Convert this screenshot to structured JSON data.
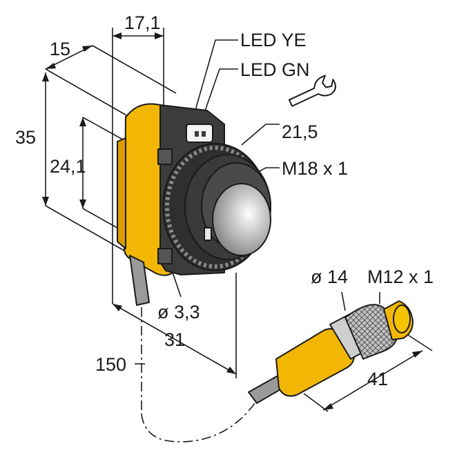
{
  "labels": {
    "led_ye": "LED YE",
    "led_gn": "LED GN",
    "width_top": "17,1",
    "depth": "15",
    "height_total": "35",
    "height_inner": "24,1",
    "wrench_size": "21,5",
    "thread_main": "M18 x 1",
    "hole_diameter": "ø 3,3",
    "length": "31",
    "cable_length": "150",
    "connector_diameter": "ø 14",
    "connector_thread": "M12 x 1",
    "connector_length": "41"
  },
  "colors": {
    "housing_yellow": "#f2b705",
    "housing_dark": "#3c3c3c",
    "lens": "#9a9a9a",
    "knurl": "#b8b8b8",
    "line": "#1a1a1a"
  },
  "icons": [
    "wrench-icon"
  ]
}
